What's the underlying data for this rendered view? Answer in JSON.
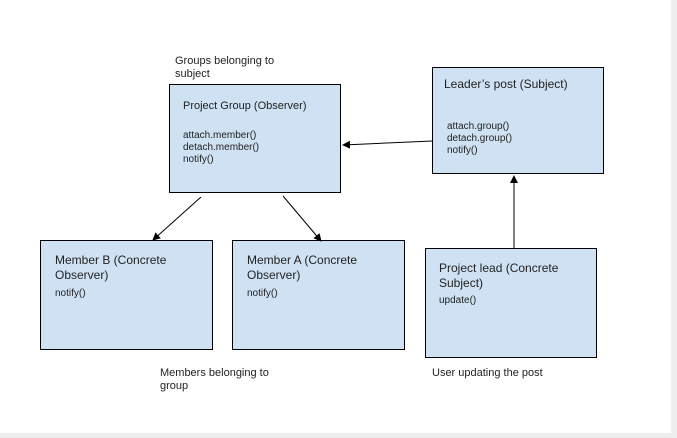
{
  "notes": {
    "groups_belonging_line1": "Groups belonging to",
    "groups_belonging_line2": "subject",
    "members_belonging_line1": "Members belonging to",
    "members_belonging_line2": "group",
    "user_updating": "User updating the post"
  },
  "boxes": {
    "project_group": {
      "title": "Project Group (Observer)",
      "methods": [
        "attach.member()",
        "detach.member()",
        "notify()"
      ]
    },
    "leaders_post": {
      "title": "Leader’s post (Subject)",
      "methods": [
        "attach.group()",
        "detach.group()",
        "notify()"
      ]
    },
    "member_b": {
      "title_line1": "Member B (Concrete",
      "title_line2": "Observer)",
      "methods": [
        "notify()"
      ]
    },
    "member_a": {
      "title_line1": "Member A (Concrete",
      "title_line2": "Observer)",
      "methods": [
        "notify()"
      ]
    },
    "project_lead": {
      "title_line1": "Project lead (Concrete",
      "title_line2": "Subject)",
      "methods": [
        "update()"
      ]
    }
  },
  "colors": {
    "box_fill": "#cfe2f3",
    "box_border": "#000000",
    "arrow": "#000000",
    "text": "#222222"
  }
}
